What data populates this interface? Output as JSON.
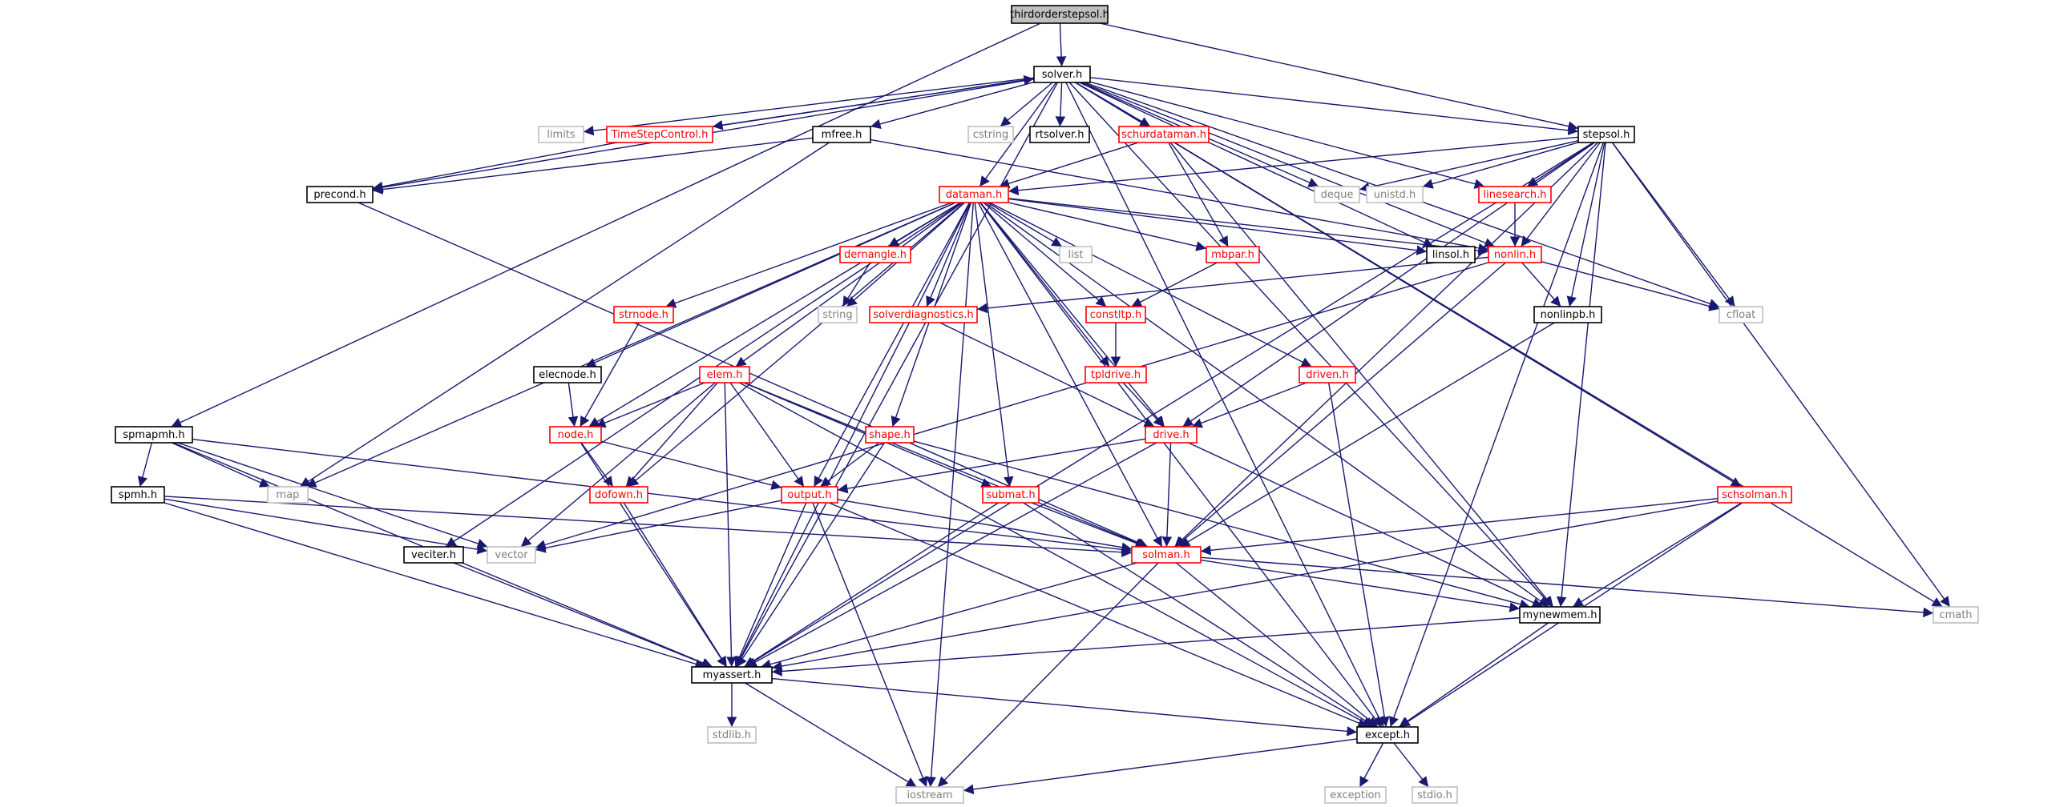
{
  "colors": {
    "edge": "#191970",
    "root_fill": "#bfbfbf",
    "kinds": {
      "root": {
        "stroke": "#000000",
        "fill": "#bfbfbf",
        "text": "#000000"
      },
      "normal": {
        "stroke": "#000000",
        "fill": "#ffffff",
        "text": "#000000"
      },
      "red": {
        "stroke": "#ff0000",
        "fill": "#ffffff",
        "text": "#ff0000"
      },
      "system": {
        "stroke": "#bfbfbf",
        "fill": "#ffffff",
        "text": "#808080"
      }
    }
  },
  "graph": {
    "nodes": [
      {
        "id": "thirdorderstepsol",
        "label": "thirdorderstepsol.h",
        "kind": "root"
      },
      {
        "id": "solver",
        "label": "solver.h",
        "kind": "normal"
      },
      {
        "id": "limits",
        "label": "limits",
        "kind": "system"
      },
      {
        "id": "timestep",
        "label": "TimeStepControl.h",
        "kind": "red"
      },
      {
        "id": "mfree",
        "label": "mfree.h",
        "kind": "normal"
      },
      {
        "id": "cstring",
        "label": "cstring",
        "kind": "system"
      },
      {
        "id": "rtsolver",
        "label": "rtsolver.h",
        "kind": "normal"
      },
      {
        "id": "schurdataman",
        "label": "schurdataman.h",
        "kind": "red"
      },
      {
        "id": "stepsol",
        "label": "stepsol.h",
        "kind": "normal"
      },
      {
        "id": "precond",
        "label": "precond.h",
        "kind": "normal"
      },
      {
        "id": "dataman",
        "label": "dataman.h",
        "kind": "red"
      },
      {
        "id": "deque",
        "label": "deque",
        "kind": "system"
      },
      {
        "id": "unistd",
        "label": "unistd.h",
        "kind": "system"
      },
      {
        "id": "linesearch",
        "label": "linesearch.h",
        "kind": "red"
      },
      {
        "id": "list",
        "label": "list",
        "kind": "system"
      },
      {
        "id": "linsol",
        "label": "linsol.h",
        "kind": "normal"
      },
      {
        "id": "nonlin",
        "label": "nonlin.h",
        "kind": "red"
      },
      {
        "id": "dernangle",
        "label": "dernangle.h",
        "kind": "red"
      },
      {
        "id": "mbpar",
        "label": "mbpar.h",
        "kind": "red"
      },
      {
        "id": "string",
        "label": "string",
        "kind": "system"
      },
      {
        "id": "solverdiag",
        "label": "solverdiagnostics.h",
        "kind": "red"
      },
      {
        "id": "constltp",
        "label": "constltp.h",
        "kind": "red"
      },
      {
        "id": "strnode",
        "label": "strnode.h",
        "kind": "red"
      },
      {
        "id": "nonlinpb",
        "label": "nonlinpb.h",
        "kind": "normal"
      },
      {
        "id": "cfloat",
        "label": "cfloat",
        "kind": "system"
      },
      {
        "id": "elecnode",
        "label": "elecnode.h",
        "kind": "normal"
      },
      {
        "id": "elem",
        "label": "elem.h",
        "kind": "red"
      },
      {
        "id": "tpldrive",
        "label": "tpldrive.h",
        "kind": "red"
      },
      {
        "id": "driven",
        "label": "driven.h",
        "kind": "red"
      },
      {
        "id": "spmapmh",
        "label": "spmapmh.h",
        "kind": "normal"
      },
      {
        "id": "node",
        "label": "node.h",
        "kind": "red"
      },
      {
        "id": "shape",
        "label": "shape.h",
        "kind": "red"
      },
      {
        "id": "drive",
        "label": "drive.h",
        "kind": "red"
      },
      {
        "id": "spmh",
        "label": "spmh.h",
        "kind": "normal"
      },
      {
        "id": "map",
        "label": "map",
        "kind": "system"
      },
      {
        "id": "dofown",
        "label": "dofown.h",
        "kind": "red"
      },
      {
        "id": "output",
        "label": "output.h",
        "kind": "red"
      },
      {
        "id": "submat",
        "label": "submat.h",
        "kind": "red"
      },
      {
        "id": "schsolman",
        "label": "schsolman.h",
        "kind": "red"
      },
      {
        "id": "veciter",
        "label": "veciter.h",
        "kind": "normal"
      },
      {
        "id": "vector",
        "label": "vector",
        "kind": "system"
      },
      {
        "id": "solman",
        "label": "solman.h",
        "kind": "red"
      },
      {
        "id": "mynewmem",
        "label": "mynewmem.h",
        "kind": "normal"
      },
      {
        "id": "cmath",
        "label": "cmath",
        "kind": "system"
      },
      {
        "id": "myassert",
        "label": "myassert.h",
        "kind": "normal"
      },
      {
        "id": "stdlib",
        "label": "stdlib.h",
        "kind": "system"
      },
      {
        "id": "except",
        "label": "except.h",
        "kind": "normal"
      },
      {
        "id": "exception",
        "label": "exception",
        "kind": "system"
      },
      {
        "id": "stdio",
        "label": "stdio.h",
        "kind": "system"
      },
      {
        "id": "iostream",
        "label": "iostream",
        "kind": "system"
      }
    ],
    "edges": [
      [
        "thirdorderstepsol",
        "solver"
      ],
      [
        "thirdorderstepsol",
        "stepsol"
      ],
      [
        "thirdorderstepsol",
        "spmapmh"
      ],
      [
        "solver",
        "limits"
      ],
      [
        "solver",
        "timestep"
      ],
      [
        "solver",
        "mfree"
      ],
      [
        "solver",
        "cstring"
      ],
      [
        "solver",
        "rtsolver"
      ],
      [
        "solver",
        "schurdataman"
      ],
      [
        "solver",
        "stepsol"
      ],
      [
        "solver",
        "precond"
      ],
      [
        "solver",
        "dataman"
      ],
      [
        "solver",
        "deque"
      ],
      [
        "solver",
        "linesearch"
      ],
      [
        "solver",
        "linsol"
      ],
      [
        "solver",
        "nonlin"
      ],
      [
        "solver",
        "cfloat"
      ],
      [
        "solver",
        "cmath"
      ],
      [
        "solver",
        "schsolman"
      ],
      [
        "solver",
        "mynewmem"
      ],
      [
        "solver",
        "myassert"
      ],
      [
        "solver",
        "except"
      ],
      [
        "timestep",
        "solver"
      ],
      [
        "timestep",
        "precond"
      ],
      [
        "mfree",
        "precond"
      ],
      [
        "mfree",
        "map"
      ],
      [
        "mfree",
        "nonlin"
      ],
      [
        "schurdataman",
        "dataman"
      ],
      [
        "schurdataman",
        "mbpar"
      ],
      [
        "schurdataman",
        "mynewmem"
      ],
      [
        "stepsol",
        "dataman"
      ],
      [
        "stepsol",
        "deque"
      ],
      [
        "stepsol",
        "unistd"
      ],
      [
        "stepsol",
        "linesearch"
      ],
      [
        "stepsol",
        "nonlin"
      ],
      [
        "stepsol",
        "nonlinpb"
      ],
      [
        "stepsol",
        "cfloat"
      ],
      [
        "stepsol",
        "drive"
      ],
      [
        "stepsol",
        "solman"
      ],
      [
        "stepsol",
        "mynewmem"
      ],
      [
        "stepsol",
        "cmath"
      ],
      [
        "stepsol",
        "except"
      ],
      [
        "stepsol",
        "myassert"
      ],
      [
        "precond",
        "solman"
      ],
      [
        "dataman",
        "list"
      ],
      [
        "dataman",
        "linsol"
      ],
      [
        "dataman",
        "nonlin"
      ],
      [
        "dataman",
        "dernangle"
      ],
      [
        "dataman",
        "mbpar"
      ],
      [
        "dataman",
        "string"
      ],
      [
        "dataman",
        "solverdiag"
      ],
      [
        "dataman",
        "constltp"
      ],
      [
        "dataman",
        "strnode"
      ],
      [
        "dataman",
        "elecnode"
      ],
      [
        "dataman",
        "elem"
      ],
      [
        "dataman",
        "tpldrive"
      ],
      [
        "dataman",
        "driven"
      ],
      [
        "dataman",
        "node"
      ],
      [
        "dataman",
        "shape"
      ],
      [
        "dataman",
        "drive"
      ],
      [
        "dataman",
        "map"
      ],
      [
        "dataman",
        "dofown"
      ],
      [
        "dataman",
        "output"
      ],
      [
        "dataman",
        "submat"
      ],
      [
        "dataman",
        "veciter"
      ],
      [
        "dataman",
        "solman"
      ],
      [
        "dataman",
        "mynewmem"
      ],
      [
        "dataman",
        "myassert"
      ],
      [
        "dataman",
        "except"
      ],
      [
        "dataman",
        "iostream"
      ],
      [
        "linesearch",
        "nonlin"
      ],
      [
        "nonlin",
        "solverdiag"
      ],
      [
        "nonlin",
        "nonlinpb"
      ],
      [
        "nonlin",
        "cfloat"
      ],
      [
        "nonlin",
        "vector"
      ],
      [
        "nonlin",
        "solman"
      ],
      [
        "nonlinpb",
        "solman"
      ],
      [
        "dernangle",
        "string"
      ],
      [
        "mbpar",
        "constltp"
      ],
      [
        "constltp",
        "tpldrive"
      ],
      [
        "tpldrive",
        "drive"
      ],
      [
        "solverdiag",
        "drive"
      ],
      [
        "strnode",
        "node"
      ],
      [
        "elecnode",
        "node"
      ],
      [
        "elem",
        "node"
      ],
      [
        "elem",
        "dofown"
      ],
      [
        "elem",
        "output"
      ],
      [
        "elem",
        "submat"
      ],
      [
        "elem",
        "solman"
      ],
      [
        "elem",
        "vector"
      ],
      [
        "elem",
        "myassert"
      ],
      [
        "elem",
        "except"
      ],
      [
        "driven",
        "drive"
      ],
      [
        "driven",
        "except"
      ],
      [
        "spmapmh",
        "spmh"
      ],
      [
        "spmapmh",
        "map"
      ],
      [
        "spmapmh",
        "vector"
      ],
      [
        "spmapmh",
        "myassert"
      ],
      [
        "spmapmh",
        "solman"
      ],
      [
        "node",
        "dofown"
      ],
      [
        "node",
        "output"
      ],
      [
        "node",
        "myassert"
      ],
      [
        "shape",
        "output"
      ],
      [
        "shape",
        "myassert"
      ],
      [
        "shape",
        "mynewmem"
      ],
      [
        "drive",
        "output"
      ],
      [
        "drive",
        "solman"
      ],
      [
        "drive",
        "mynewmem"
      ],
      [
        "drive",
        "myassert"
      ],
      [
        "spmh",
        "vector"
      ],
      [
        "spmh",
        "myassert"
      ],
      [
        "spmh",
        "solman"
      ],
      [
        "dofown",
        "myassert"
      ],
      [
        "output",
        "vector"
      ],
      [
        "output",
        "solman"
      ],
      [
        "output",
        "myassert"
      ],
      [
        "output",
        "except"
      ],
      [
        "output",
        "iostream"
      ],
      [
        "submat",
        "solman"
      ],
      [
        "submat",
        "myassert"
      ],
      [
        "submat",
        "except"
      ],
      [
        "schsolman",
        "solman"
      ],
      [
        "schsolman",
        "mynewmem"
      ],
      [
        "schsolman",
        "myassert"
      ],
      [
        "schsolman",
        "except"
      ],
      [
        "veciter",
        "myassert"
      ],
      [
        "solman",
        "mynewmem"
      ],
      [
        "solman",
        "myassert"
      ],
      [
        "solman",
        "except"
      ],
      [
        "solman",
        "iostream"
      ],
      [
        "solman",
        "cmath"
      ],
      [
        "mynewmem",
        "myassert"
      ],
      [
        "mynewmem",
        "except"
      ],
      [
        "myassert",
        "stdlib"
      ],
      [
        "myassert",
        "except"
      ],
      [
        "myassert",
        "iostream"
      ],
      [
        "except",
        "exception"
      ],
      [
        "except",
        "stdio"
      ],
      [
        "except",
        "iostream"
      ]
    ]
  }
}
